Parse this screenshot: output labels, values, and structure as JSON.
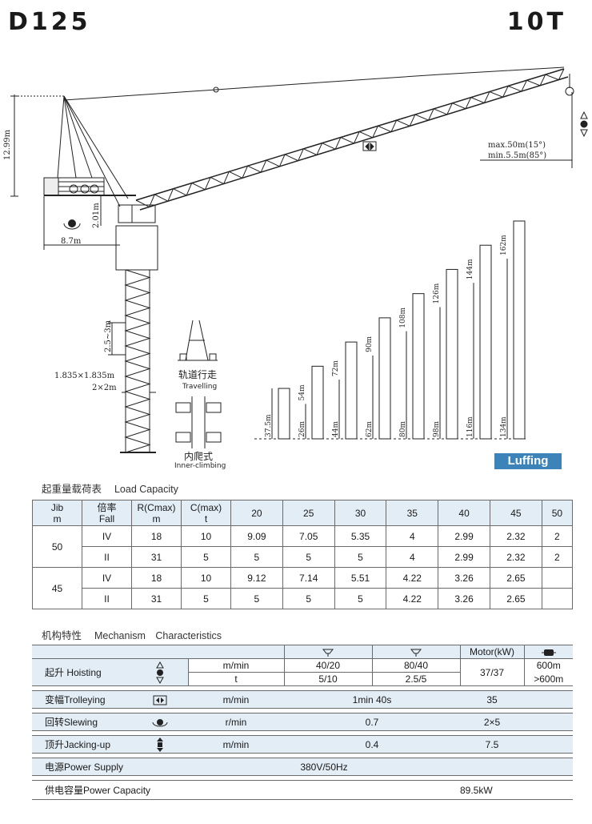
{
  "header": {
    "model": "D125",
    "capacity": "10T"
  },
  "crane": {
    "height_label": "12.99m",
    "cab_label": "2.01m",
    "counter_jib_label": "8.7m",
    "radius_max": "max.50m(15°)",
    "radius_min": "min.5.5m(85°)",
    "section_label": "2.5~3m",
    "mast_size": "1.835×1.835m",
    "base_size": "2×2m",
    "travelling_cn": "轨道行走",
    "travelling_en": "Travelling",
    "inner_cn": "内爬式",
    "inner_en": "Inner-climbing",
    "luffing": "Luffing",
    "heights": [
      {
        "free": "37.5m",
        "total": null
      },
      {
        "free": "26m",
        "total": "54m"
      },
      {
        "free": "44m",
        "total": "72m"
      },
      {
        "free": "62m",
        "total": "90m"
      },
      {
        "free": "80m",
        "total": "108m"
      },
      {
        "free": "98m",
        "total": "126m"
      },
      {
        "free": "116m",
        "total": "144m"
      },
      {
        "free": "134m",
        "total": "162m"
      }
    ]
  },
  "load_table": {
    "title": "起重量载荷表　 Load Capacity",
    "headers": {
      "jib": "Jib",
      "jib_unit": "m",
      "fall": "倍率",
      "fall_unit": "Fall",
      "r": "R(Cmax)",
      "r_unit": "m",
      "c": "C(max)",
      "c_unit": "t",
      "radii": [
        "20",
        "25",
        "30",
        "35",
        "40",
        "45",
        "50"
      ]
    },
    "groups": [
      {
        "jib": "50",
        "rows": [
          {
            "fall": "IV",
            "r": "18",
            "c": "10",
            "values": [
              "9.09",
              "7.05",
              "5.35",
              "4",
              "2.99",
              "2.32",
              "2"
            ]
          },
          {
            "fall": "II",
            "r": "31",
            "c": "5",
            "values": [
              "5",
              "5",
              "5",
              "4",
              "2.99",
              "2.32",
              "2"
            ]
          }
        ]
      },
      {
        "jib": "45",
        "rows": [
          {
            "fall": "IV",
            "r": "18",
            "c": "10",
            "values": [
              "9.12",
              "7.14",
              "5.51",
              "4.22",
              "3.26",
              "2.65",
              ""
            ]
          },
          {
            "fall": "II",
            "r": "31",
            "c": "5",
            "values": [
              "5",
              "5",
              "5",
              "4.22",
              "3.26",
              "2.65",
              ""
            ]
          }
        ]
      }
    ]
  },
  "mechanism": {
    "title": "机构特性　 Mechanism　Characteristics",
    "motor_header": "Motor(kW)",
    "hoisting": {
      "label": "起升 Hoisting",
      "unit_speed": "m/min",
      "unit_t": "t",
      "speed1": "40/20",
      "speed2": "80/40",
      "load1": "5/10",
      "load2": "2.5/5",
      "motor": "37/37",
      "rope1": "600m",
      "rope2": ">600m"
    },
    "trolleying": {
      "label": "变幅Trolleying",
      "unit": "m/min",
      "value": "1min 40s",
      "motor": "35"
    },
    "slewing": {
      "label": "回转Slewing",
      "unit": "r/min",
      "value": "0.7",
      "motor": "2×5"
    },
    "jacking": {
      "label": "顶升Jacking-up",
      "unit": "m/min",
      "value": "0.4",
      "motor": "7.5"
    },
    "power_supply": {
      "label": "电源Power Supply",
      "value": "380V/50Hz"
    },
    "power_capacity": {
      "label": "供电容量Power Capacity",
      "value": "89.5kW"
    }
  }
}
